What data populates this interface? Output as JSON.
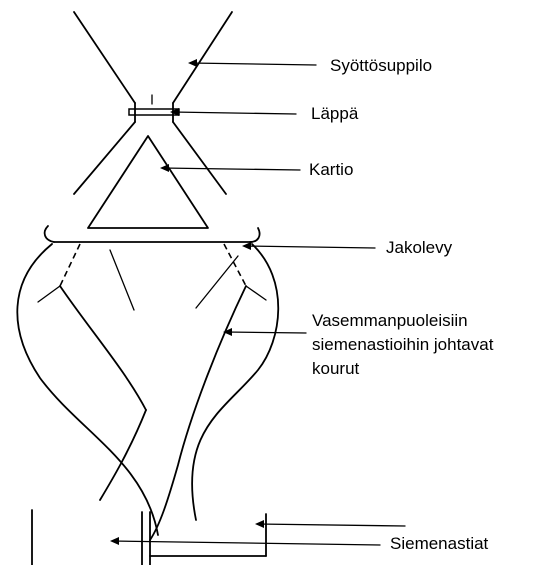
{
  "diagram": {
    "labels": {
      "syottosuppilo": "Syöttösuppilo",
      "lappa": "Läppä",
      "kartio": "Kartio",
      "jakolevy": "Jakolevy",
      "kourut_line1": "Vasemmanpuoleisiin",
      "kourut_line2": "siemenastioihin johtavat",
      "kourut_line3": "kourut",
      "siemenastiat": "Siemenastiat"
    },
    "colors": {
      "stroke": "#000000",
      "background": "#ffffff"
    }
  }
}
